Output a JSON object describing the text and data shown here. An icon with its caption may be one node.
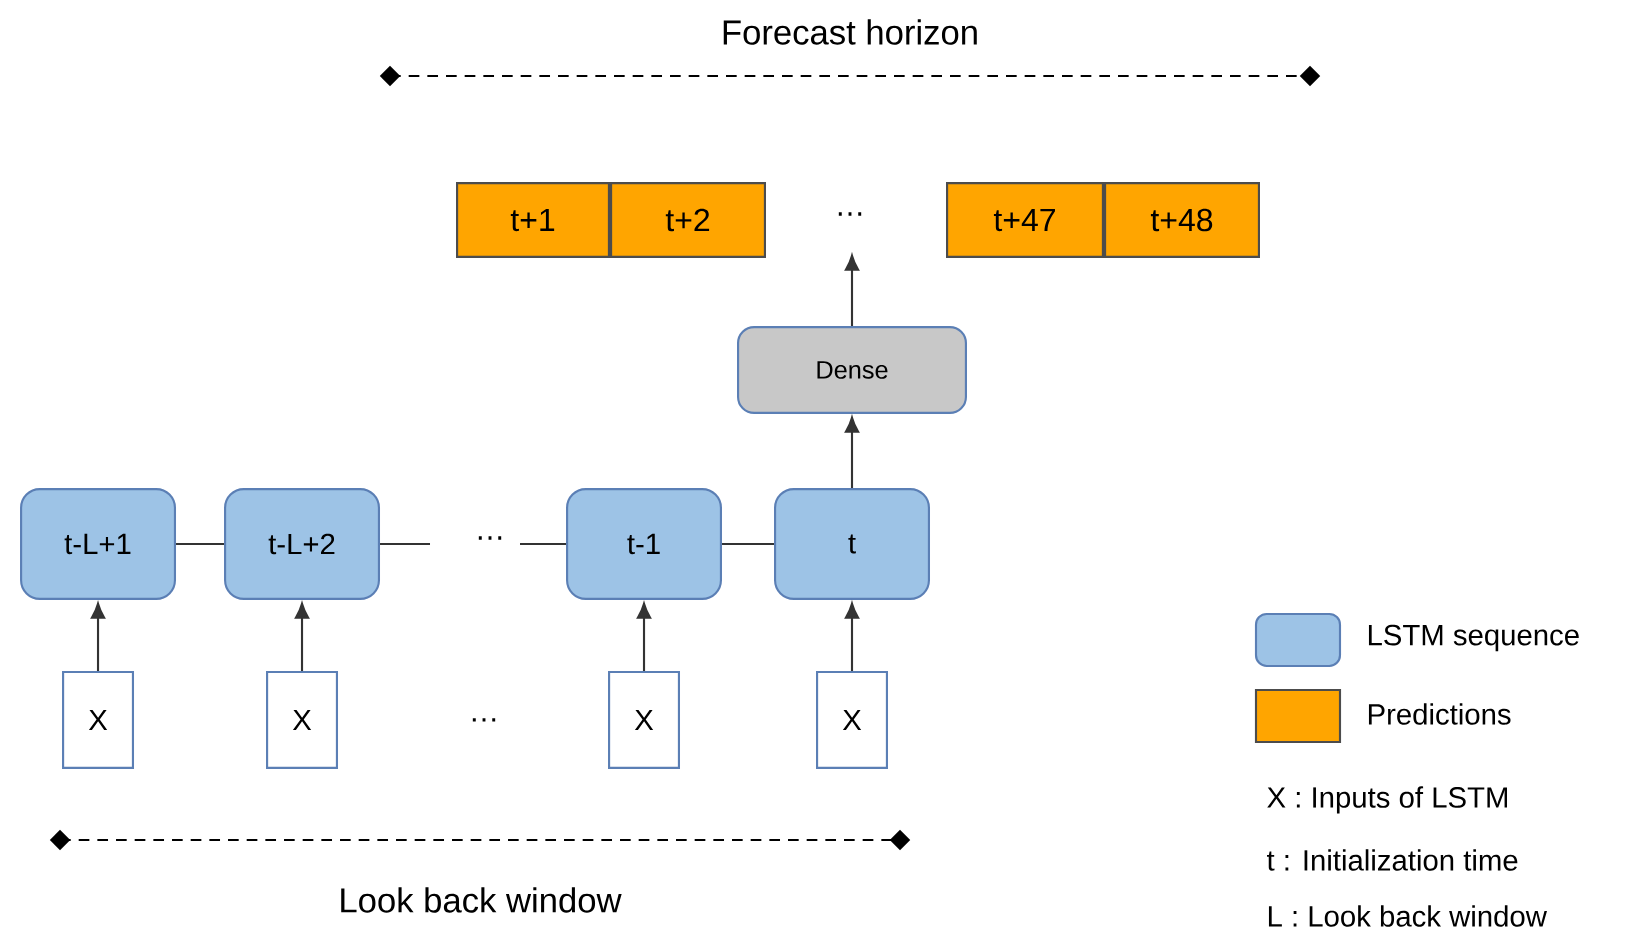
{
  "diagram": {
    "title": "Forecast horizon",
    "nodes": [
      {
        "text": [
          "t+1"
        ]
      },
      {
        "text": [
          "t+2"
        ]
      },
      {
        "text": [
          "t+47"
        ]
      },
      {
        "text": [
          "t+48"
        ]
      },
      {
        "text": [
          "Dense"
        ]
      },
      {
        "text": [
          "t-L+1"
        ]
      },
      {
        "text": [
          "t-L+2"
        ]
      },
      {
        "text": [
          "t-1"
        ]
      },
      {
        "text": [
          "t"
        ]
      },
      {
        "text": [
          "X"
        ]
      },
      {
        "text": [
          "X"
        ]
      },
      {
        "text": [
          "X"
        ]
      },
      {
        "text": [
          "X"
        ]
      }
    ],
    "edges": [
      {
        "from": 8,
        "to": 4,
        "arrow": "to"
      },
      {
        "from": 4,
        "to": null,
        "arrow": "to"
      },
      {
        "from": 5,
        "to": 6,
        "arrow": "none"
      },
      {
        "from": 6,
        "to": null,
        "arrow": "none"
      },
      {
        "from": null,
        "to": 7,
        "arrow": "none"
      },
      {
        "from": 7,
        "to": 8,
        "arrow": "none"
      },
      {
        "from": 9,
        "to": 5,
        "arrow": "to"
      },
      {
        "from": 10,
        "to": 6,
        "arrow": "to"
      },
      {
        "from": 11,
        "to": 7,
        "arrow": "to"
      },
      {
        "from": 12,
        "to": 8,
        "arrow": "to"
      }
    ],
    "labels": [
      "…",
      "…",
      "…",
      "Look back window",
      "X :  Inputs of LSTM",
      "t :  Initialization time",
      "L :  Look back window"
    ],
    "legend": [
      {
        "text": "LSTM sequence",
        "color": "#9dc3e6"
      },
      {
        "text": "Predictions",
        "color": "#ffa500"
      }
    ]
  }
}
